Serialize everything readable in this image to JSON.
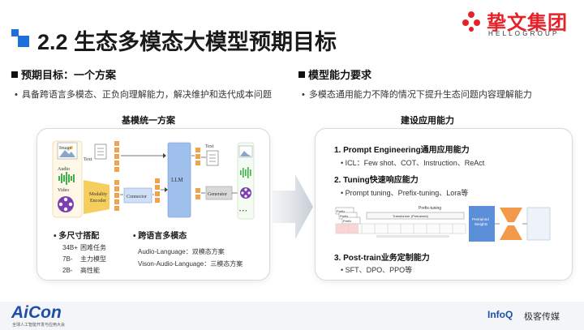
{
  "header": {
    "title": "2.2 生态多模态大模型预期目标",
    "brand_name": "挚文集团",
    "brand_sub": "HELLOGROUP"
  },
  "left_section": {
    "heading": "预期目标：一个方案",
    "bullet": "具备跨语言多模态、正负向理解能力，解决维护和迭代成本问题",
    "card_title": "基模统一方案",
    "diagram": {
      "image": "Image",
      "audio": "Audio",
      "video": "Video",
      "text_top": "Text",
      "modality_encoder_1": "Modality",
      "modality_encoder_2": "Encoder",
      "connector": "Connector",
      "llm": "LLM",
      "text_out": "Text",
      "generator": "Generator",
      "dots": "• • •"
    },
    "sizes_heading": "多尺寸搭配",
    "sizes": [
      {
        "size": "34B+",
        "desc": "困难任务"
      },
      {
        "size": "7B-",
        "desc": "主力模型"
      },
      {
        "size": "2B-",
        "desc": "高性能"
      }
    ],
    "lang_heading": "跨语言多模态",
    "lang_items": [
      "Audio-Language：双模态方案",
      "Vison-Audio-Language：三模态方案"
    ]
  },
  "right_section": {
    "heading": "模型能力要求",
    "bullet": "多模态通用能力不降的情况下提升生态问题内容理解能力",
    "card_title": "建设应用能力",
    "items": [
      {
        "title": "1. Prompt Engineering通用应用能力",
        "detail": "ICL：Few shot、COT、Instruction、ReAct"
      },
      {
        "title": "2. Tuning快速响应能力",
        "detail": "Prompt tuning、Prefix-tuning、Lora等"
      },
      {
        "title": "3. Post-train业务定制能力",
        "detail": "SFT、DPO、PPO等"
      }
    ],
    "figure": {
      "prefix_tuning": "Prefix-tuning",
      "transformer": "Transformer (Pretrained)",
      "pretrained_weights_1": "Pretrained",
      "pretrained_weights_2": "Weights",
      "prefix_1": "Prefix",
      "prefix_2": "Prefix",
      "prefix_3": "Prefix"
    }
  },
  "footer": {
    "aicon": "AiCon",
    "aicon_sub": "全球人工智能开发与应用大会",
    "infoq": "InfoQ",
    "infoq_sub": "极客传媒"
  },
  "colors": {
    "accent_blue": "#1e6fd9",
    "brand_red": "#e6212a",
    "encoder_yellow": "#f4c542",
    "audio_green": "#3bb34a",
    "video_purple": "#7b3fb0",
    "token_orange": "#f2a34a"
  }
}
